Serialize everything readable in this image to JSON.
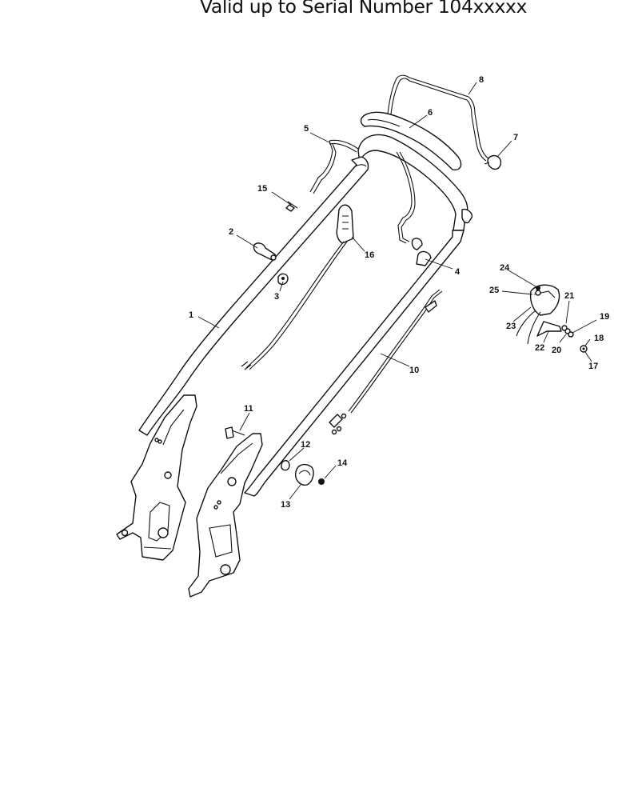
{
  "header": {
    "title": "Valid up to Serial Number 104xxxxx"
  },
  "parts": [
    {
      "id": "p1",
      "number": "1"
    },
    {
      "id": "p2",
      "number": "2"
    },
    {
      "id": "p3",
      "number": "3"
    },
    {
      "id": "p4",
      "number": "4"
    },
    {
      "id": "p5",
      "number": "5"
    },
    {
      "id": "p6",
      "number": "6"
    },
    {
      "id": "p7",
      "number": "7"
    },
    {
      "id": "p8",
      "number": "8"
    },
    {
      "id": "p10",
      "number": "10"
    },
    {
      "id": "p11",
      "number": "11"
    },
    {
      "id": "p12",
      "number": "12"
    },
    {
      "id": "p13",
      "number": "13"
    },
    {
      "id": "p14",
      "number": "14"
    },
    {
      "id": "p15",
      "number": "15"
    },
    {
      "id": "p16",
      "number": "16"
    },
    {
      "id": "p17",
      "number": "17"
    },
    {
      "id": "p18",
      "number": "18"
    },
    {
      "id": "p19",
      "number": "19"
    },
    {
      "id": "p20",
      "number": "20"
    },
    {
      "id": "p21",
      "number": "21"
    },
    {
      "id": "p22",
      "number": "22"
    },
    {
      "id": "p23",
      "number": "23"
    },
    {
      "id": "p24",
      "number": "24"
    },
    {
      "id": "p25",
      "number": "25"
    }
  ]
}
